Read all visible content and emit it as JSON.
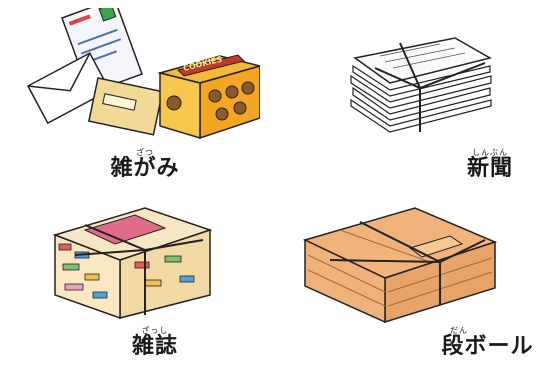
{
  "items": [
    {
      "ruby": "ざつ",
      "label": "雑がみ",
      "icon": "mixed-paper-icon"
    },
    {
      "ruby": "しんぶん",
      "label": "新聞",
      "icon": "newspaper-bundle-icon"
    },
    {
      "ruby": "ざっし",
      "label": "雑誌",
      "icon": "magazine-bundle-icon"
    },
    {
      "ruby": "だん",
      "label": "段ボール",
      "icon": "cardboard-bundle-icon"
    }
  ],
  "cookie_box_text": "COOKIES"
}
